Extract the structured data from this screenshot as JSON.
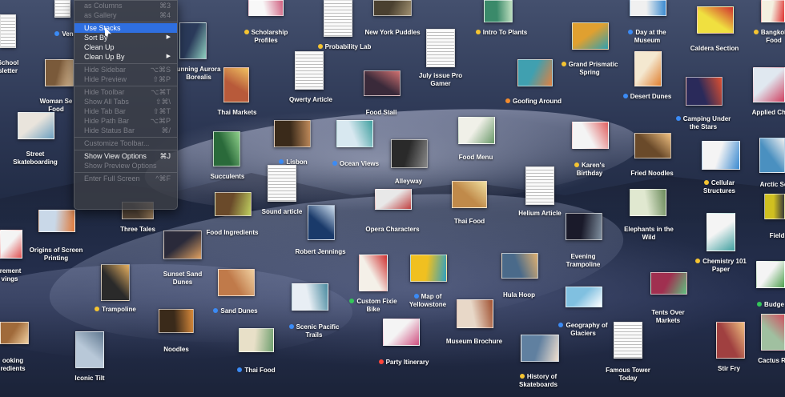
{
  "menu": {
    "items": [
      {
        "label": "as Columns",
        "shortcut": "⌘3",
        "disabled": true
      },
      {
        "label": "as Gallery",
        "shortcut": "⌘4",
        "disabled": true
      },
      {
        "sep": true
      },
      {
        "label": "Use Stacks",
        "highlighted": true
      },
      {
        "label": "Sort By",
        "submenu": true
      },
      {
        "label": "Clean Up"
      },
      {
        "label": "Clean Up By",
        "submenu": true
      },
      {
        "sep": true
      },
      {
        "label": "Hide Sidebar",
        "shortcut": "⌥⌘S",
        "disabled": true
      },
      {
        "label": "Hide Preview",
        "shortcut": "⇧⌘P",
        "disabled": true
      },
      {
        "sep": true
      },
      {
        "label": "Hide Toolbar",
        "shortcut": "⌥⌘T",
        "disabled": true
      },
      {
        "label": "Show All Tabs",
        "shortcut": "⇧⌘\\",
        "disabled": true
      },
      {
        "label": "Hide Tab Bar",
        "shortcut": "⇧⌘T",
        "disabled": true
      },
      {
        "label": "Hide Path Bar",
        "shortcut": "⌥⌘P",
        "disabled": true
      },
      {
        "label": "Hide Status Bar",
        "shortcut": "⌘/",
        "disabled": true
      },
      {
        "sep": true
      },
      {
        "label": "Customize Toolbar...",
        "disabled": true
      },
      {
        "sep": true
      },
      {
        "label": "Show View Options",
        "shortcut": "⌘J"
      },
      {
        "label": "Show Preview Options",
        "disabled": true
      },
      {
        "sep": true
      },
      {
        "label": "Enter Full Screen",
        "shortcut": "^⌘F",
        "disabled": true
      }
    ]
  },
  "colors": {
    "blue": "#3b8bf5",
    "yellow": "#f5c431",
    "orange": "#f28b2d",
    "green": "#34c759",
    "red": "#ff453a",
    "purple": "#a55bd6"
  },
  "desktop_items": [
    {
      "label": "Ven",
      "tag": "blue"
    },
    {
      "label": "School\nsletter"
    },
    {
      "label": "Woman Se\nFood"
    },
    {
      "label": "Street\nSkateboarding"
    },
    {
      "label": "Three Tales"
    },
    {
      "label": "Origins of Screen\nPrinting"
    },
    {
      "label": "irement\nvings"
    },
    {
      "label": "Trampoline",
      "tag": "yellow"
    },
    {
      "label": "Noodles"
    },
    {
      "label": "ooking\nredients"
    },
    {
      "label": "Iconic Tilt"
    },
    {
      "label": "Scholarship\nProfiles",
      "tag": "yellow"
    },
    {
      "label": "unning Aurora\nBorealis"
    },
    {
      "label": "Thai Markets"
    },
    {
      "label": "Succulents"
    },
    {
      "label": "Food Ingredients"
    },
    {
      "label": "Sunset Sand\nDunes"
    },
    {
      "label": "Sand Dunes",
      "tag": "blue"
    },
    {
      "label": "Thai Food",
      "tag": "blue"
    },
    {
      "label": "Probability Lab",
      "tag": "yellow"
    },
    {
      "label": "Qwerty Article"
    },
    {
      "label": "Lisbon",
      "tag": "blue"
    },
    {
      "label": "Sound article"
    },
    {
      "label": "Robert Jennings"
    },
    {
      "label": "Scenic Pacific\nTrails",
      "tag": "blue"
    },
    {
      "label": "New York Puddles"
    },
    {
      "label": "Food Stall"
    },
    {
      "label": "Ocean Views",
      "tag": "blue"
    },
    {
      "label": "Alleyway"
    },
    {
      "label": "Opera Characters"
    },
    {
      "label": "Custom Fixie\nBike",
      "tag": "green"
    },
    {
      "label": "Map of\nYellowstone",
      "tag": "blue"
    },
    {
      "label": "Party Itinerary",
      "tag": "red"
    },
    {
      "label": "July issue Pro\nGamer"
    },
    {
      "label": "Intro To Plants",
      "tag": "yellow"
    },
    {
      "label": "Food Menu"
    },
    {
      "label": "Thai Food"
    },
    {
      "label": "Museum Brochure"
    },
    {
      "label": "Goofing Around",
      "tag": "orange"
    },
    {
      "label": "Helium Article"
    },
    {
      "label": "Hula Hoop"
    },
    {
      "label": "History of\nSkateboards",
      "tag": "yellow"
    },
    {
      "label": "Grand Prismatic\nSpring",
      "tag": "yellow"
    },
    {
      "label": "Karen's\nBirthday",
      "tag": "yellow"
    },
    {
      "label": "Evening\nTrampoline"
    },
    {
      "label": "Geography of\nGlaciers",
      "tag": "blue"
    },
    {
      "label": "Famous Tower\nToday"
    },
    {
      "label": "Day at the\nMuseum",
      "tag": "blue"
    },
    {
      "label": "Desert Dunes",
      "tag": "blue"
    },
    {
      "label": "Fried Noodles"
    },
    {
      "label": "Elephants in the\nWild"
    },
    {
      "label": "Tents Over\nMarkets"
    },
    {
      "label": "Caldera Section"
    },
    {
      "label": "Camping Under\nthe Stars",
      "tag": "blue"
    },
    {
      "label": "Cellular\nStructures",
      "tag": "yellow"
    },
    {
      "label": "Chemistry 101\nPaper",
      "tag": "yellow"
    },
    {
      "label": "Stir Fry"
    },
    {
      "label": "Bangkok S\nFood",
      "tag": "yellow"
    },
    {
      "label": "Applied Che"
    },
    {
      "label": "Arctic Sc"
    },
    {
      "label": "Field"
    },
    {
      "label": "Budge",
      "tag": "green"
    },
    {
      "label": "Cactus Ro"
    }
  ]
}
